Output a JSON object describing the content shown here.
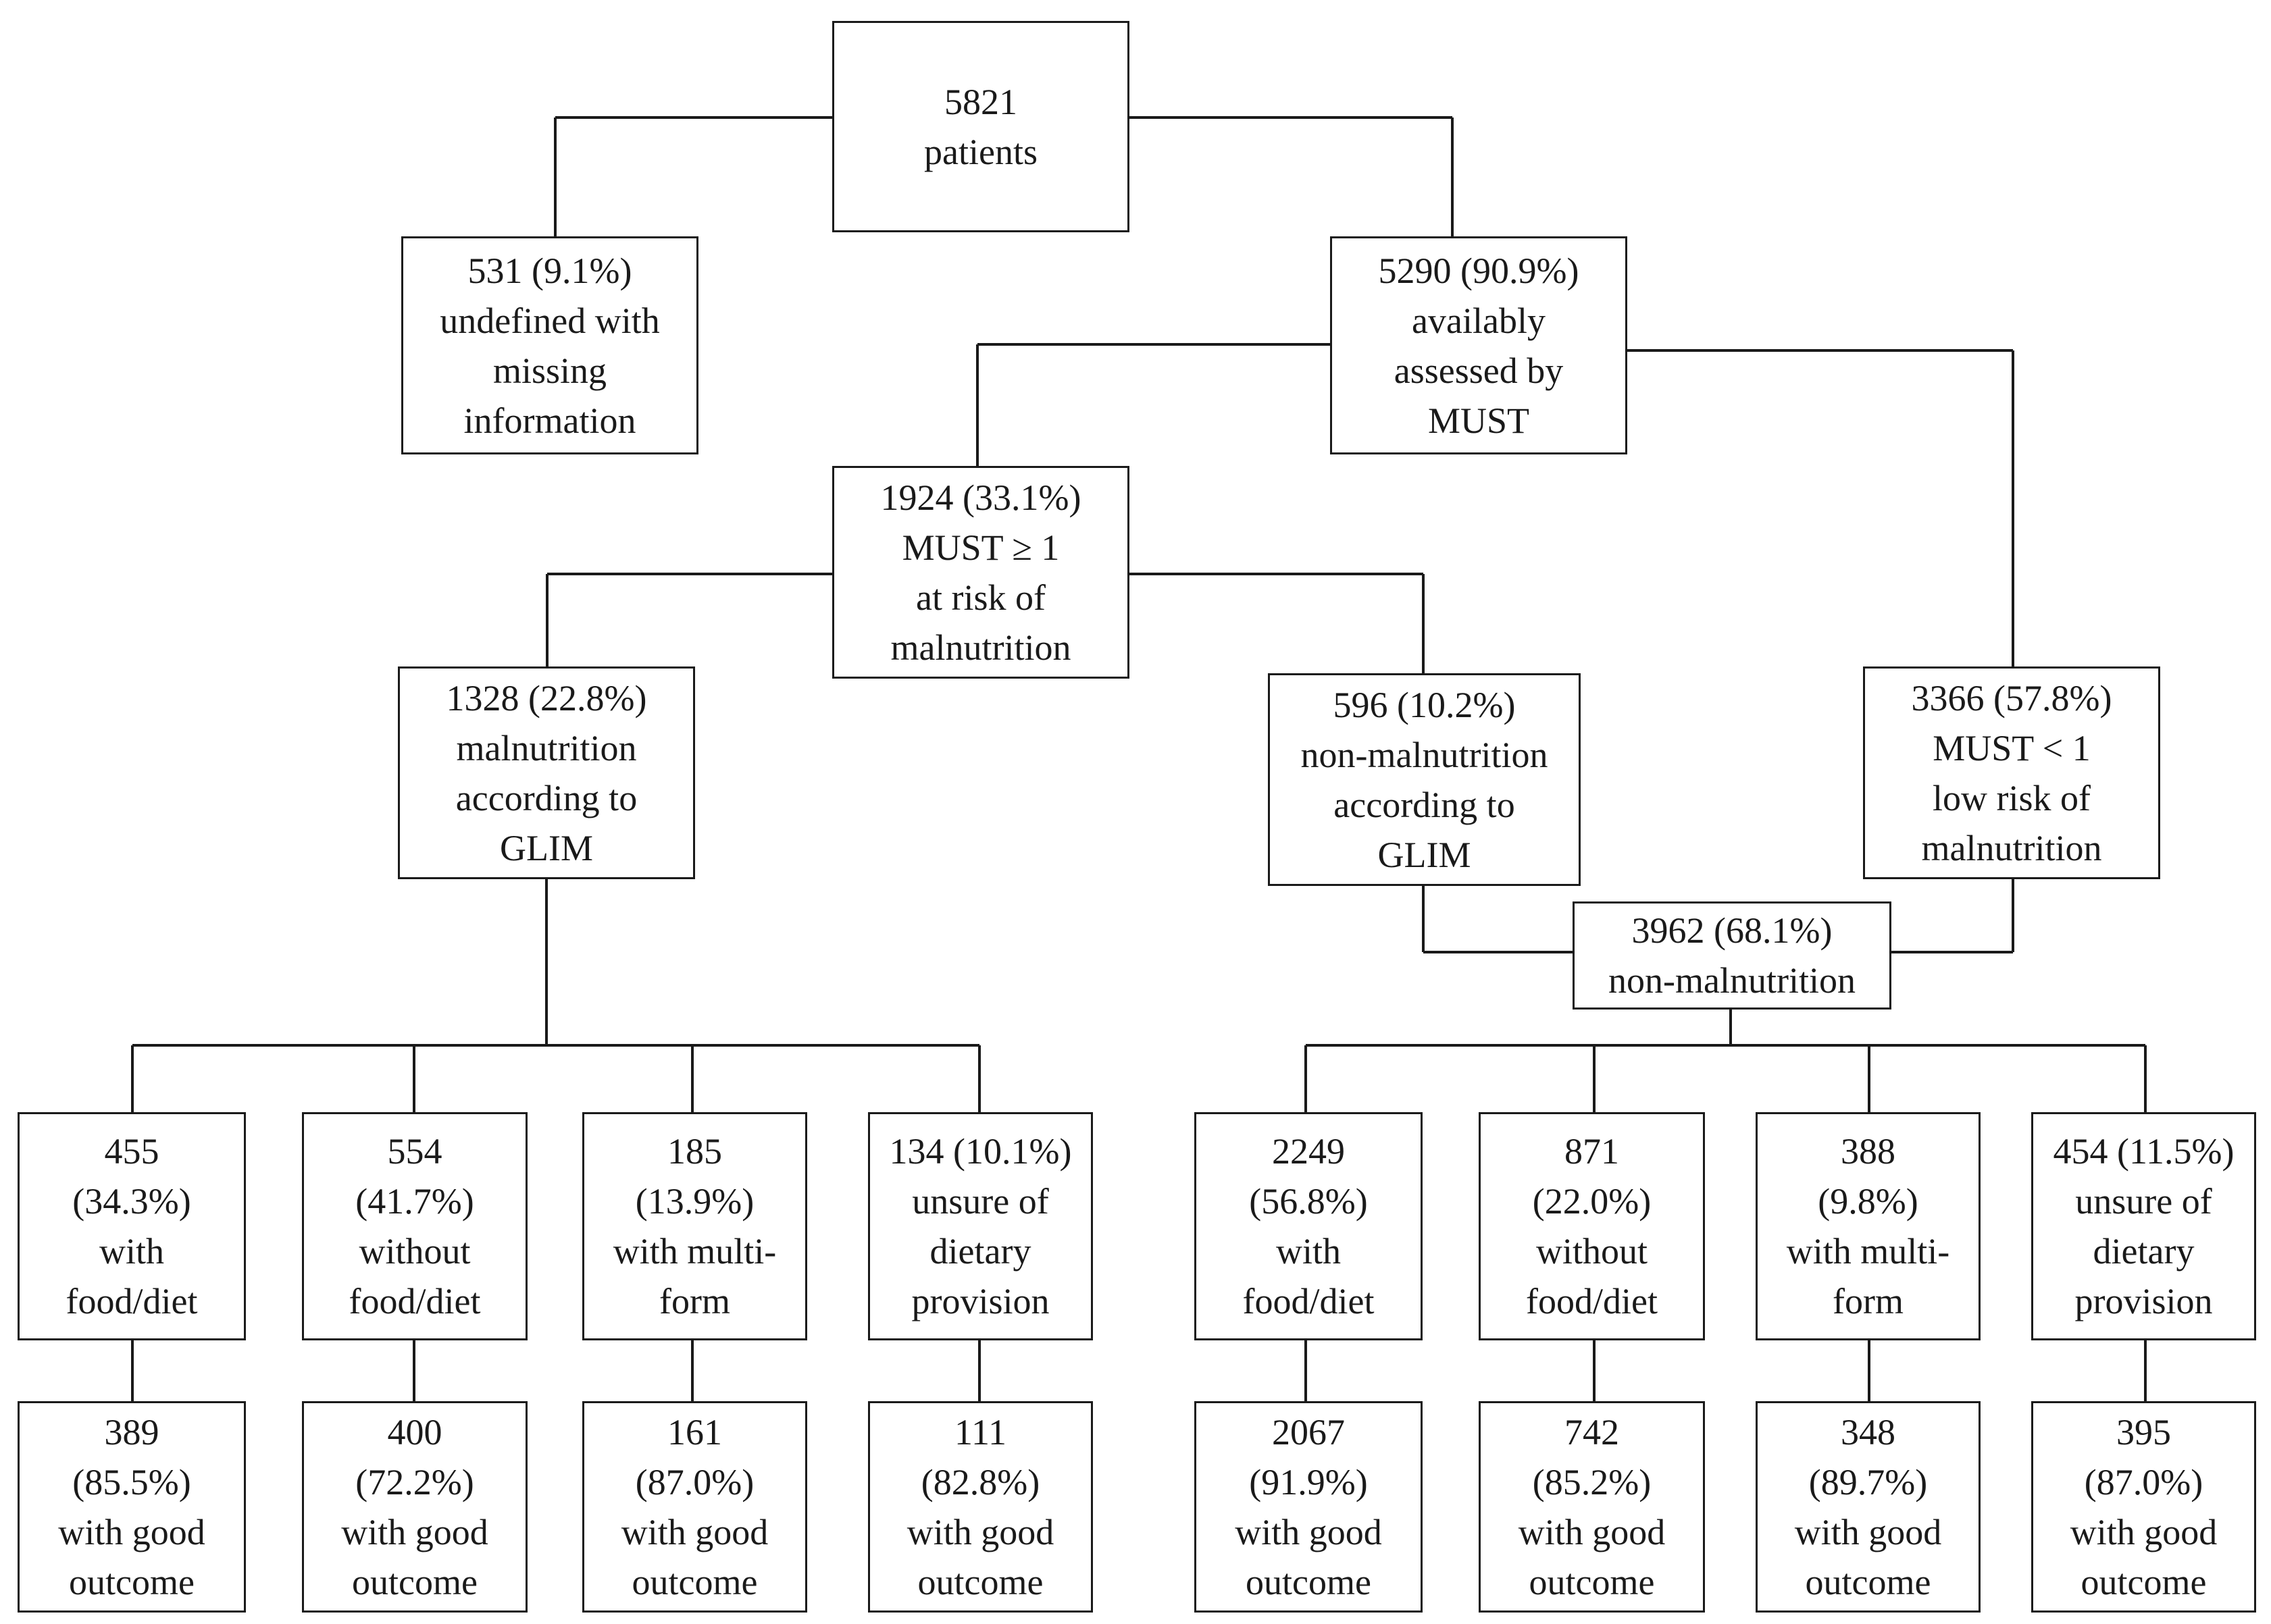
{
  "nodes": {
    "total": [
      "5821",
      "patients"
    ],
    "undefined": [
      "531 (9.1%)",
      "undefined with",
      "missing",
      "information"
    ],
    "assessed": [
      "5290 (90.9%)",
      "availably",
      "assessed by",
      "MUST"
    ],
    "must_ge1": [
      "1924 (33.1%)",
      "MUST ≥ 1",
      "at risk of",
      "malnutrition"
    ],
    "glim_mal": [
      "1328 (22.8%)",
      "malnutrition",
      "according to",
      "GLIM"
    ],
    "glim_nonmal": [
      "596 (10.2%)",
      "non-malnutrition",
      "according to",
      "GLIM"
    ],
    "must_lt1": [
      "3366 (57.8%)",
      "MUST < 1",
      "low risk of",
      "malnutrition"
    ],
    "nonmal_total": [
      "3962 (68.1%)",
      "non-malnutrition"
    ],
    "m_food": [
      "455",
      "(34.3%)",
      "with",
      "food/diet"
    ],
    "m_nofood": [
      "554",
      "(41.7%)",
      "without",
      "food/diet"
    ],
    "m_multi": [
      "185",
      "(13.9%)",
      "with multi-",
      "form"
    ],
    "m_unsure": [
      "134 (10.1%)",
      "unsure of",
      "dietary",
      "provision"
    ],
    "n_food": [
      "2249",
      "(56.8%)",
      "with",
      "food/diet"
    ],
    "n_nofood": [
      "871",
      "(22.0%)",
      "without",
      "food/diet"
    ],
    "n_multi": [
      "388",
      "(9.8%)",
      "with multi-",
      "form"
    ],
    "n_unsure": [
      "454 (11.5%)",
      "unsure of",
      "dietary",
      "provision"
    ],
    "m_food_out": [
      "389",
      "(85.5%)",
      "with good",
      "outcome"
    ],
    "m_nofood_out": [
      "400",
      "(72.2%)",
      "with good",
      "outcome"
    ],
    "m_multi_out": [
      "161",
      "(87.0%)",
      "with good",
      "outcome"
    ],
    "m_unsure_out": [
      "111",
      "(82.8%)",
      "with good",
      "outcome"
    ],
    "n_food_out": [
      "2067",
      "(91.9%)",
      "with good",
      "outcome"
    ],
    "n_nofood_out": [
      "742",
      "(85.2%)",
      "with good",
      "outcome"
    ],
    "n_multi_out": [
      "348",
      "(89.7%)",
      "with good",
      "outcome"
    ],
    "n_unsure_out": [
      "395",
      "(87.0%)",
      "with good",
      "outcome"
    ]
  }
}
